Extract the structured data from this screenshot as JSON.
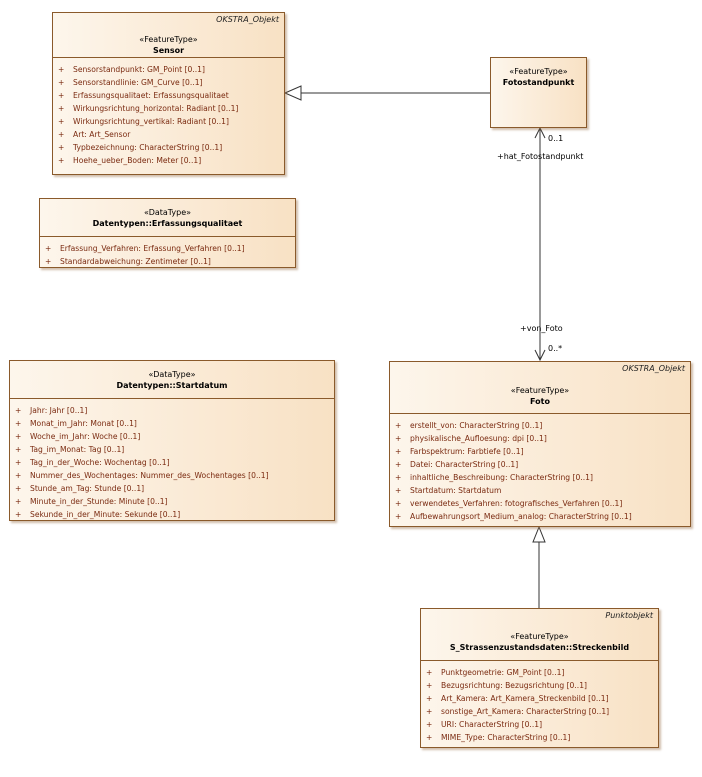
{
  "classes": {
    "sensor": {
      "tag": "OKSTRA_Objekt",
      "stereotype": "«FeatureType»",
      "name": "Sensor",
      "attributes": [
        "Sensorstandpunkt: GM_Point [0..1]",
        "Sensorstandlinie: GM_Curve [0..1]",
        "Erfassungsqualitaet: Erfassungsqualitaet",
        "Wirkungsrichtung_horizontal: Radiant [0..1]",
        "Wirkungsrichtung_vertikal: Radiant [0..1]",
        "Art: Art_Sensor",
        "Typbezeichnung: CharacterString [0..1]",
        "Hoehe_ueber_Boden: Meter [0..1]"
      ]
    },
    "fotostandpunkt": {
      "stereotype": "«FeatureType»",
      "name": "Fotostandpunkt"
    },
    "erfassungsqualitaet": {
      "stereotype": "«DataType»",
      "name": "Datentypen::Erfassungsqualitaet",
      "attributes": [
        "Erfassung_Verfahren: Erfassung_Verfahren [0..1]",
        "Standardabweichung: Zentimeter [0..1]"
      ]
    },
    "startdatum": {
      "stereotype": "«DataType»",
      "name": "Datentypen::Startdatum",
      "attributes": [
        "Jahr: Jahr [0..1]",
        "Monat_im_Jahr: Monat [0..1]",
        "Woche_im_Jahr: Woche [0..1]",
        "Tag_im_Monat: Tag [0..1]",
        "Tag_in_der_Woche: Wochentag [0..1]",
        "Nummer_des_Wochentages: Nummer_des_Wochentages [0..1]",
        "Stunde_am_Tag: Stunde [0..1]",
        "Minute_in_der_Stunde: Minute [0..1]",
        "Sekunde_in_der_Minute: Sekunde [0..1]"
      ]
    },
    "foto": {
      "tag": "OKSTRA_Objekt",
      "stereotype": "«FeatureType»",
      "name": "Foto",
      "attributes": [
        "erstellt_von: CharacterString [0..1]",
        "physikalische_Aufloesung: dpi [0..1]",
        "Farbspektrum: Farbtiefe [0..1]",
        "Datei: CharacterString [0..1]",
        "inhaltliche_Beschreibung: CharacterString [0..1]",
        "Startdatum: Startdatum",
        "verwendetes_Verfahren: fotografisches_Verfahren [0..1]",
        "Aufbewahrungsort_Medium_analog: CharacterString [0..1]"
      ]
    },
    "streckenbild": {
      "tag": "Punktobjekt",
      "stereotype": "«FeatureType»",
      "name": "S_Strassenzustandsdaten::Streckenbild",
      "attributes": [
        "Punktgeometrie: GM_Point [0..1]",
        "Bezugsrichtung: Bezugsrichtung [0..1]",
        "Art_Kamera: Art_Kamera_Streckenbild [0..1]",
        "sonstige_Art_Kamera: CharacterString [0..1]",
        "URI: CharacterString [0..1]",
        "MIME_Type: CharacterString [0..1]"
      ]
    }
  },
  "association": {
    "role_top": "+hat_Fotostandpunkt",
    "mult_top": "0..1",
    "role_bottom": "+von_Foto",
    "mult_bottom": "0..*"
  },
  "visibility_symbol": "+",
  "colors": {
    "border": "#8a5a2b",
    "attribute_text": "#7a2a10",
    "line": "#333333"
  }
}
